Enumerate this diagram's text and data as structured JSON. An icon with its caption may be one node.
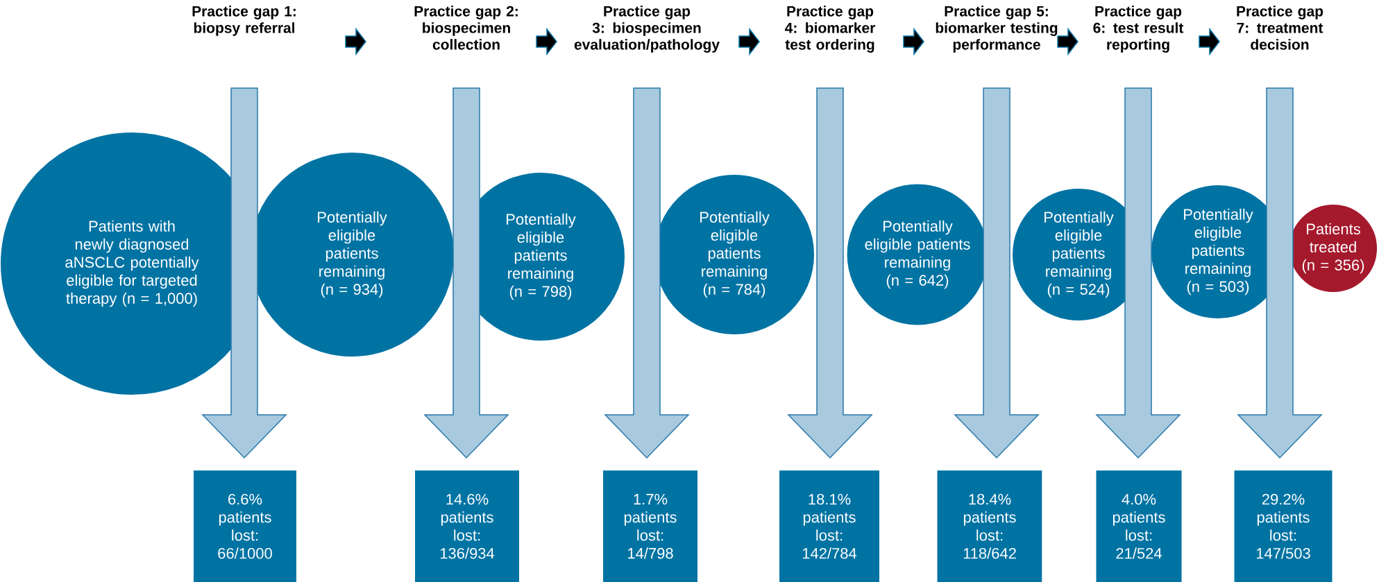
{
  "diagram": {
    "nodes": [
      {
        "text": [
          "Practice gap 1: biopsy referral"
        ]
      },
      {
        "text": [
          "Practice gap 2: biospecimen collection"
        ]
      },
      {
        "text": [
          "Practice gap 3: biospecimen evaluation/pathology"
        ]
      },
      {
        "text": [
          "Practice gap 4: biomarker test ordering"
        ]
      },
      {
        "text": [
          "Practice gap 5: biomarker testing performance"
        ]
      },
      {
        "text": [
          "Practice gap 6: test result reporting"
        ]
      },
      {
        "text": [
          "Practice gap 7: treatment decision"
        ]
      },
      {
        "text": [
          "Patients with newly diagnosed aNSCLC potentially eligible for targeted therapy (n = 1,000)"
        ]
      },
      {
        "text": [
          "Potentially eligible patients remaining (n = 934)"
        ]
      },
      {
        "text": [
          "Potentially eligible patients remaining (n = 798)"
        ]
      },
      {
        "text": [
          "Potentially eligible patients remaining (n = 784)"
        ]
      },
      {
        "text": [
          "Potentially eligible patients remaining (n = 642)"
        ]
      },
      {
        "text": [
          "Potentially eligible patients remaining (n = 524)"
        ]
      },
      {
        "text": [
          "Potentially eligible patients remaining (n = 503)"
        ]
      },
      {
        "text": [
          "Patients treated (n = 356)"
        ]
      },
      {
        "text": [
          "6.6% patients lost: 66/1000"
        ]
      },
      {
        "text": [
          "14.6% patients lost: 136/934"
        ]
      },
      {
        "text": [
          "1.7% patients lost: 14/798"
        ]
      },
      {
        "text": [
          "18.1% patients lost: 142/784"
        ]
      },
      {
        "text": [
          "18.4% patients lost: 118/642"
        ]
      },
      {
        "text": [
          "4.0% patients lost: 21/524"
        ]
      },
      {
        "text": [
          "29.2% patients lost: 147/503"
        ]
      }
    ],
    "edges": [
      {
        "from": 0,
        "to": 1,
        "arrow": "to",
        "color": "#000000"
      },
      {
        "from": 1,
        "to": 2,
        "arrow": "to",
        "color": "#000000"
      },
      {
        "from": 2,
        "to": 3,
        "arrow": "to",
        "color": "#000000"
      },
      {
        "from": 3,
        "to": 4,
        "arrow": "to",
        "color": "#000000"
      },
      {
        "from": 4,
        "to": 5,
        "arrow": "to",
        "color": "#000000"
      },
      {
        "from": 5,
        "to": 6,
        "arrow": "to",
        "color": "#000000"
      },
      {
        "from": 0,
        "to": 15,
        "arrow": "to",
        "style": "thick",
        "color": "#a8c9de"
      },
      {
        "from": 1,
        "to": 16,
        "arrow": "to",
        "style": "thick",
        "color": "#a8c9de"
      },
      {
        "from": 2,
        "to": 17,
        "arrow": "to",
        "style": "thick",
        "color": "#a8c9de"
      },
      {
        "from": 3,
        "to": 18,
        "arrow": "to",
        "style": "thick",
        "color": "#a8c9de"
      },
      {
        "from": 4,
        "to": 19,
        "arrow": "to",
        "style": "thick",
        "color": "#a8c9de"
      },
      {
        "from": 5,
        "to": 20,
        "arrow": "to",
        "style": "thick",
        "color": "#a8c9de"
      },
      {
        "from": 6,
        "to": 21,
        "arrow": "to",
        "style": "thick",
        "color": "#a8c9de"
      }
    ]
  }
}
